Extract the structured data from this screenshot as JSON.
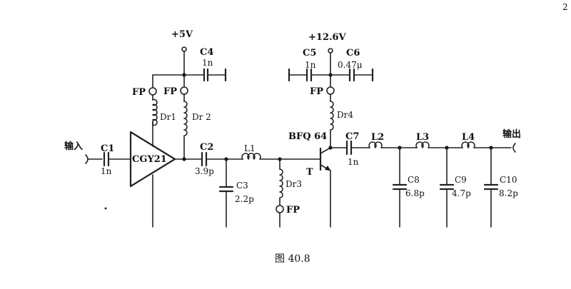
{
  "page_number": "2",
  "caption": "图 40.8",
  "rails": {
    "v5": "+5V",
    "v12": "+12.6V"
  },
  "ports": {
    "input": "输入",
    "output": "输出"
  },
  "devices": {
    "amplifier": "CGY21",
    "transistor": "BFQ 64",
    "transistor_ref": "T"
  },
  "fp": "FP",
  "components": {
    "c1": {
      "ref": "C1",
      "value": "1n"
    },
    "c2": {
      "ref": "C2",
      "value": "3.9p"
    },
    "c3": {
      "ref": "C3",
      "value": "2.2p"
    },
    "c4": {
      "ref": "C4",
      "value": "1n"
    },
    "c5": {
      "ref": "C5",
      "value": "1n"
    },
    "c6": {
      "ref": "C6",
      "value": "0.47μ"
    },
    "c7": {
      "ref": "C7",
      "value": "1n"
    },
    "c8": {
      "ref": "C8",
      "value": "6.8p"
    },
    "c9": {
      "ref": "C9",
      "value": "4.7p"
    },
    "c10": {
      "ref": "C10",
      "value": "8.2p"
    },
    "l1": "L1",
    "l2": "L2",
    "l3": "L3",
    "l4": "L4",
    "dr1": "Dr1",
    "dr2": "Dr 2",
    "dr3": "Dr3",
    "dr4": "Dr4"
  }
}
